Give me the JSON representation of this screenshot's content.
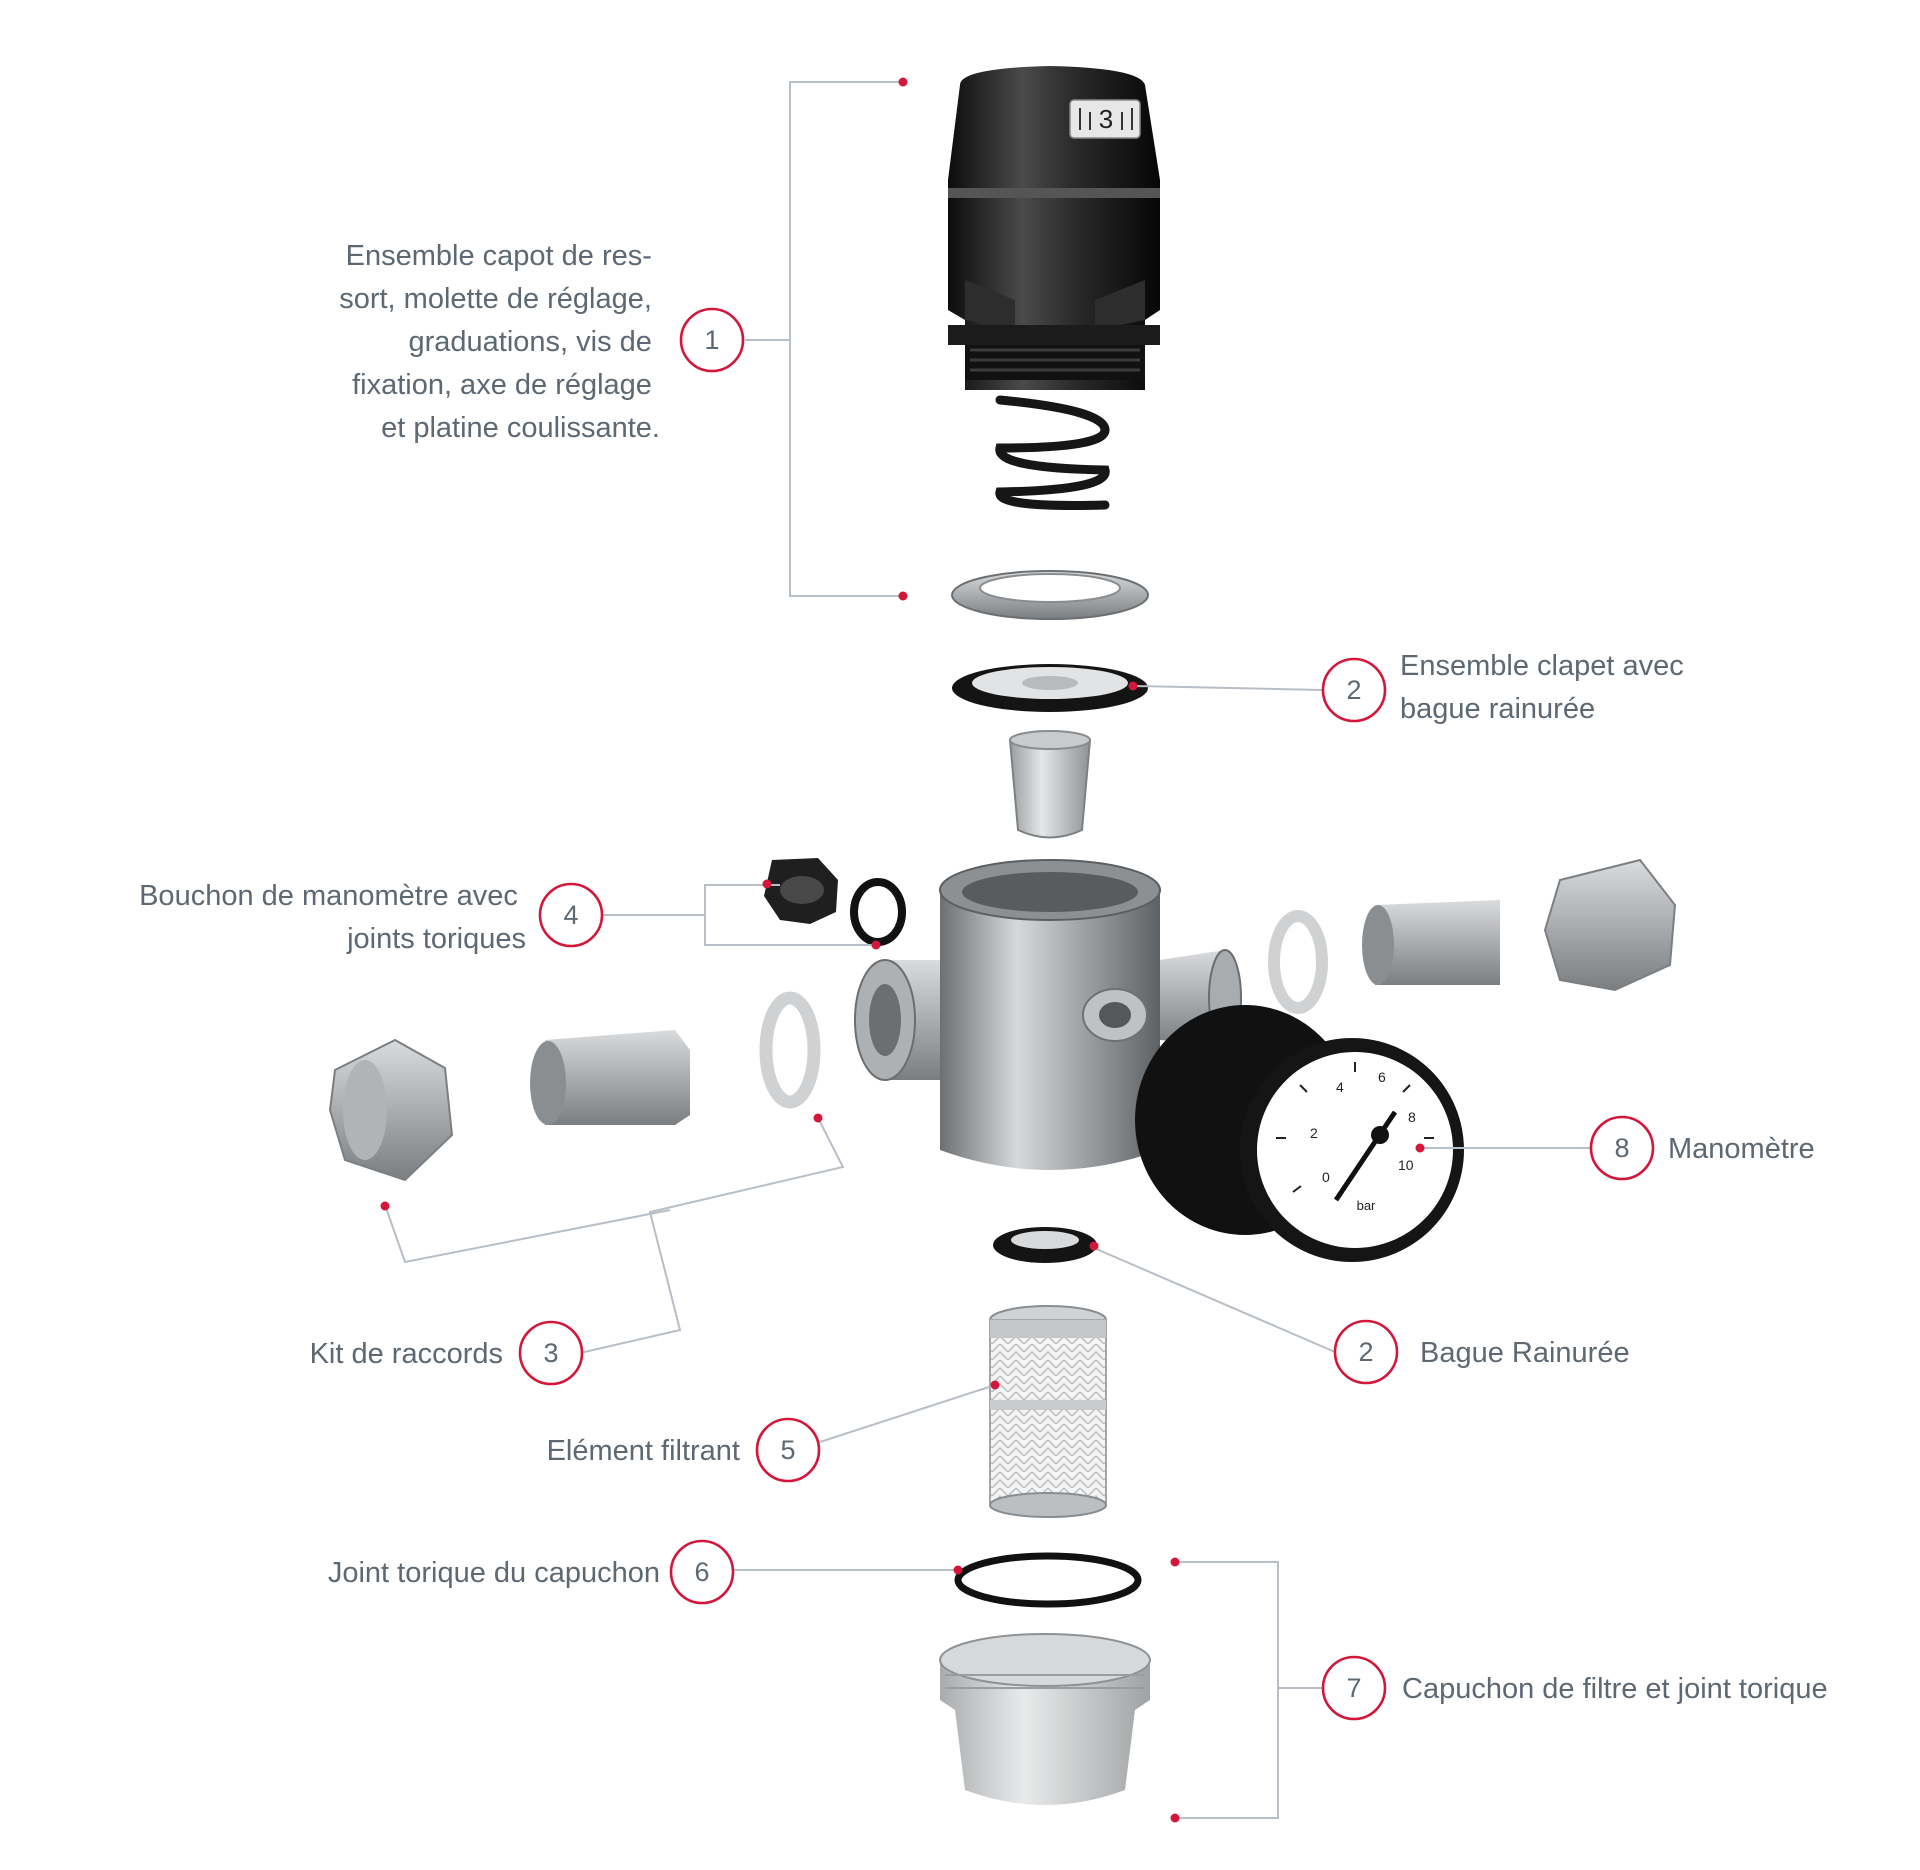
{
  "theme": {
    "accent": "#d3173b",
    "text": "#5d6873",
    "leader": "#b7bec6"
  },
  "callouts": [
    {
      "id": "c1",
      "number": "1",
      "lines": [
        "Ensemble capot de res-",
        "sort, molette de réglage,",
        "graduations, vis de",
        "fixation, axe de réglage",
        "et platine coulissante."
      ]
    },
    {
      "id": "c2a",
      "number": "2",
      "lines": [
        "Ensemble clapet avec",
        "bague rainurée"
      ]
    },
    {
      "id": "c4",
      "number": "4",
      "lines": [
        "Bouchon de manomètre avec",
        "joints toriques"
      ]
    },
    {
      "id": "c8",
      "number": "8",
      "lines": [
        "Manomètre"
      ]
    },
    {
      "id": "c2b",
      "number": "2",
      "lines": [
        "Bague Rainurée"
      ]
    },
    {
      "id": "c3",
      "number": "3",
      "lines": [
        "Kit de raccords"
      ]
    },
    {
      "id": "c5",
      "number": "5",
      "lines": [
        "Elément filtrant"
      ]
    },
    {
      "id": "c6",
      "number": "6",
      "lines": [
        "Joint torique du capuchon"
      ]
    },
    {
      "id": "c7",
      "number": "7",
      "lines": [
        "Capuchon de filtre et joint torique"
      ]
    }
  ],
  "knob_scale_value": "3",
  "gauge": {
    "unit": "bar",
    "tick_labels": [
      "0",
      "2",
      "4",
      "6",
      "8",
      "10"
    ]
  }
}
